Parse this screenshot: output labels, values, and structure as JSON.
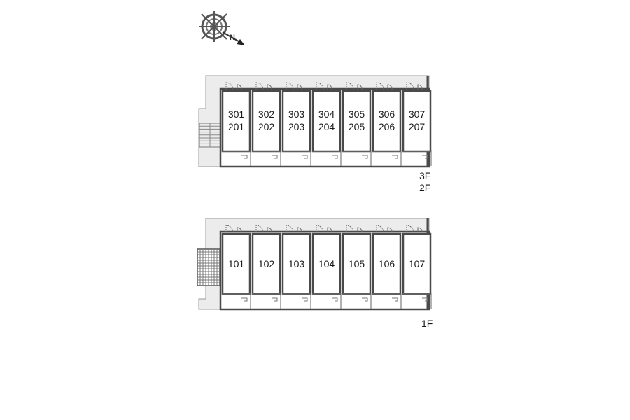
{
  "compass": {
    "icon": "compass-rose-icon",
    "north_label": "N"
  },
  "upper_block": {
    "floor_labels": [
      "3F",
      "2F"
    ],
    "units": [
      {
        "top": "301",
        "bottom": "201"
      },
      {
        "top": "302",
        "bottom": "202"
      },
      {
        "top": "303",
        "bottom": "203"
      },
      {
        "top": "304",
        "bottom": "204"
      },
      {
        "top": "305",
        "bottom": "205"
      },
      {
        "top": "306",
        "bottom": "206"
      },
      {
        "top": "307",
        "bottom": "207"
      }
    ]
  },
  "lower_block": {
    "floor_labels": [
      "1F"
    ],
    "units": [
      "101",
      "102",
      "103",
      "104",
      "105",
      "106",
      "107"
    ]
  },
  "colors": {
    "wall": "#4a4a4a",
    "corridor": "#ededed",
    "line": "#666666"
  }
}
